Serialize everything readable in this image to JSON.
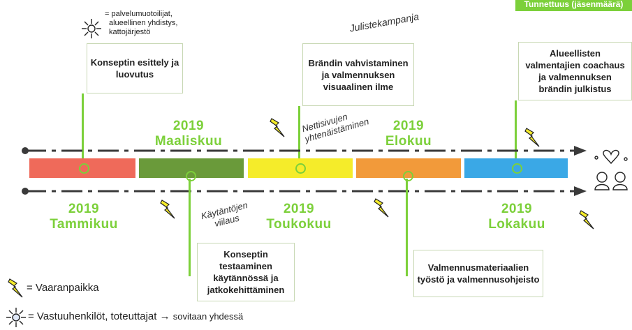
{
  "top_badge": "Tunnettuus (jäsenmäärä)",
  "star_note": [
    "= palvelumuotoilijat,",
    "alueellinen yhdistys,",
    "kattojärjestö"
  ],
  "boxes": {
    "b1": "Konseptin esittely ja luovutus",
    "b2": "Brändin vahvistaminen ja valmennuksen visuaalinen ilme",
    "b3": "Alueellisten valmentajien coachaus ja valmennuksen brändin julkistus",
    "b4": "Konseptin testaaminen käytännössä ja jatkokehittäminen",
    "b5": "Valmennusmateriaalien työstö ja valmennusohjeisto"
  },
  "months_top": {
    "m1_year": "2019",
    "m1_name": "Maaliskuu",
    "m2_year": "2019",
    "m2_name": "Elokuu"
  },
  "months_bottom": {
    "m1_year": "2019",
    "m1_name": "Tammikuu",
    "m2_year": "2019",
    "m2_name": "Toukokuu",
    "m3_year": "2019",
    "m3_name": "Lokakuu"
  },
  "handwritten": {
    "julistekampanja": "Julistekampanja",
    "nettisivut": "Nettisivujen yhtenäistäminen",
    "kaytantojen": "Käytäntöjen viilaus"
  },
  "legend": {
    "risk": "= Vaaranpaikka",
    "responsible": "= Vastuuhenkilöt, toteuttajat",
    "arrow": "→",
    "together": "sovitaan yhdessä"
  },
  "colors": {
    "red": "#ef6a5a",
    "green": "#6a9a3a",
    "yellow": "#f5ec2a",
    "orange": "#f29a3a",
    "blue": "#3aa8e6",
    "accent": "#7cd03a"
  }
}
